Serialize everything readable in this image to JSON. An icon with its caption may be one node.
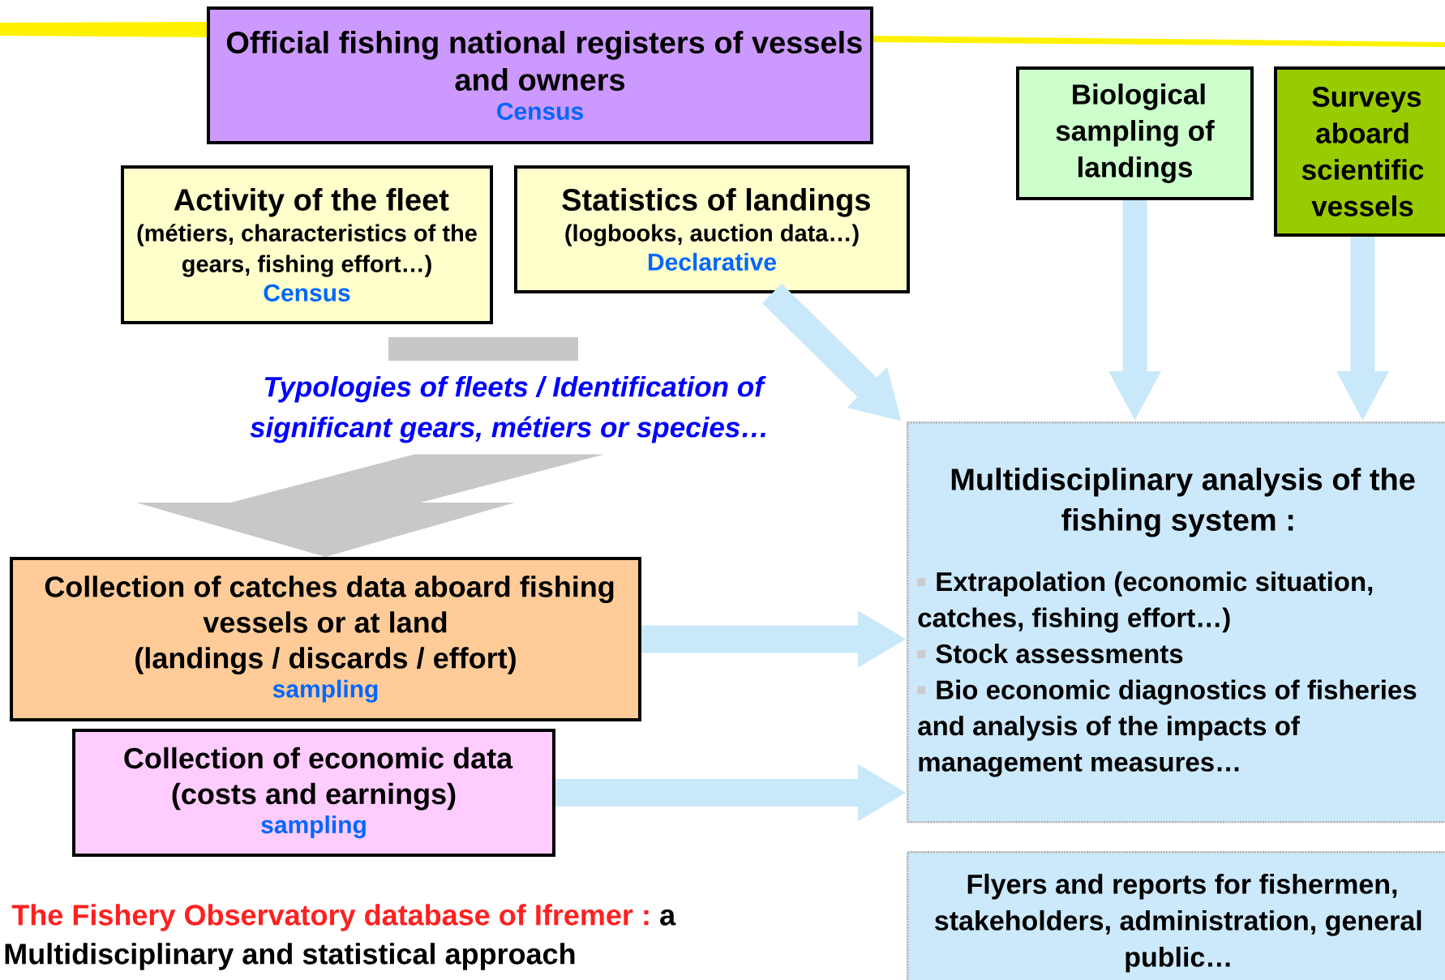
{
  "diagram": {
    "nodes": [
      {
        "text": [
          "Official fishing national registers of vessels and owners",
          "Census"
        ]
      },
      {
        "text": [
          "Activity of the fleet",
          "(métiers, characteristics of the gears, fishing effort…)",
          "Census"
        ]
      },
      {
        "text": [
          "Statistics of landings",
          "(logbooks, auction data…)",
          "Declarative"
        ]
      },
      {
        "text": [
          "Biological sampling of landings"
        ]
      },
      {
        "text": [
          "Surveys aboard scientific vessels"
        ]
      },
      {
        "text": [
          "Typologies of fleets / Identification of significant gears, métiers or species…"
        ]
      },
      {
        "text": [
          "Collection of catches data aboard fishing vessels or at land",
          "(landings / discards / effort)",
          "sampling"
        ]
      },
      {
        "text": [
          "Collection of economic data",
          "(costs and earnings)",
          "sampling"
        ]
      },
      {
        "text": [
          "Multidisciplinary analysis of the fishing system :",
          "Extrapolation (economic situation, catches, fishing effort…)",
          "Stock assessments",
          "Bio economic diagnostics of fisheries and analysis of the impacts of management measures…"
        ]
      },
      {
        "text": [
          "Flyers and reports for fishermen, stakeholders, administration, general public…"
        ]
      }
    ],
    "edges": [
      {
        "from": 2,
        "to": 8,
        "arrow": "to"
      },
      {
        "from": 3,
        "to": 8,
        "arrow": "to"
      },
      {
        "from": 4,
        "to": 8,
        "arrow": "to"
      },
      {
        "from": 6,
        "to": 8,
        "arrow": "to"
      },
      {
        "from": 7,
        "to": 8,
        "arrow": "to"
      },
      {
        "from": 5,
        "to": 6,
        "arrow": "to",
        "style": "thick",
        "color": "#c8c8c8"
      }
    ],
    "labels": [
      "The Fishery Observatory database of Ifremer :",
      "a Multidisciplinary and statistical approach"
    ]
  }
}
